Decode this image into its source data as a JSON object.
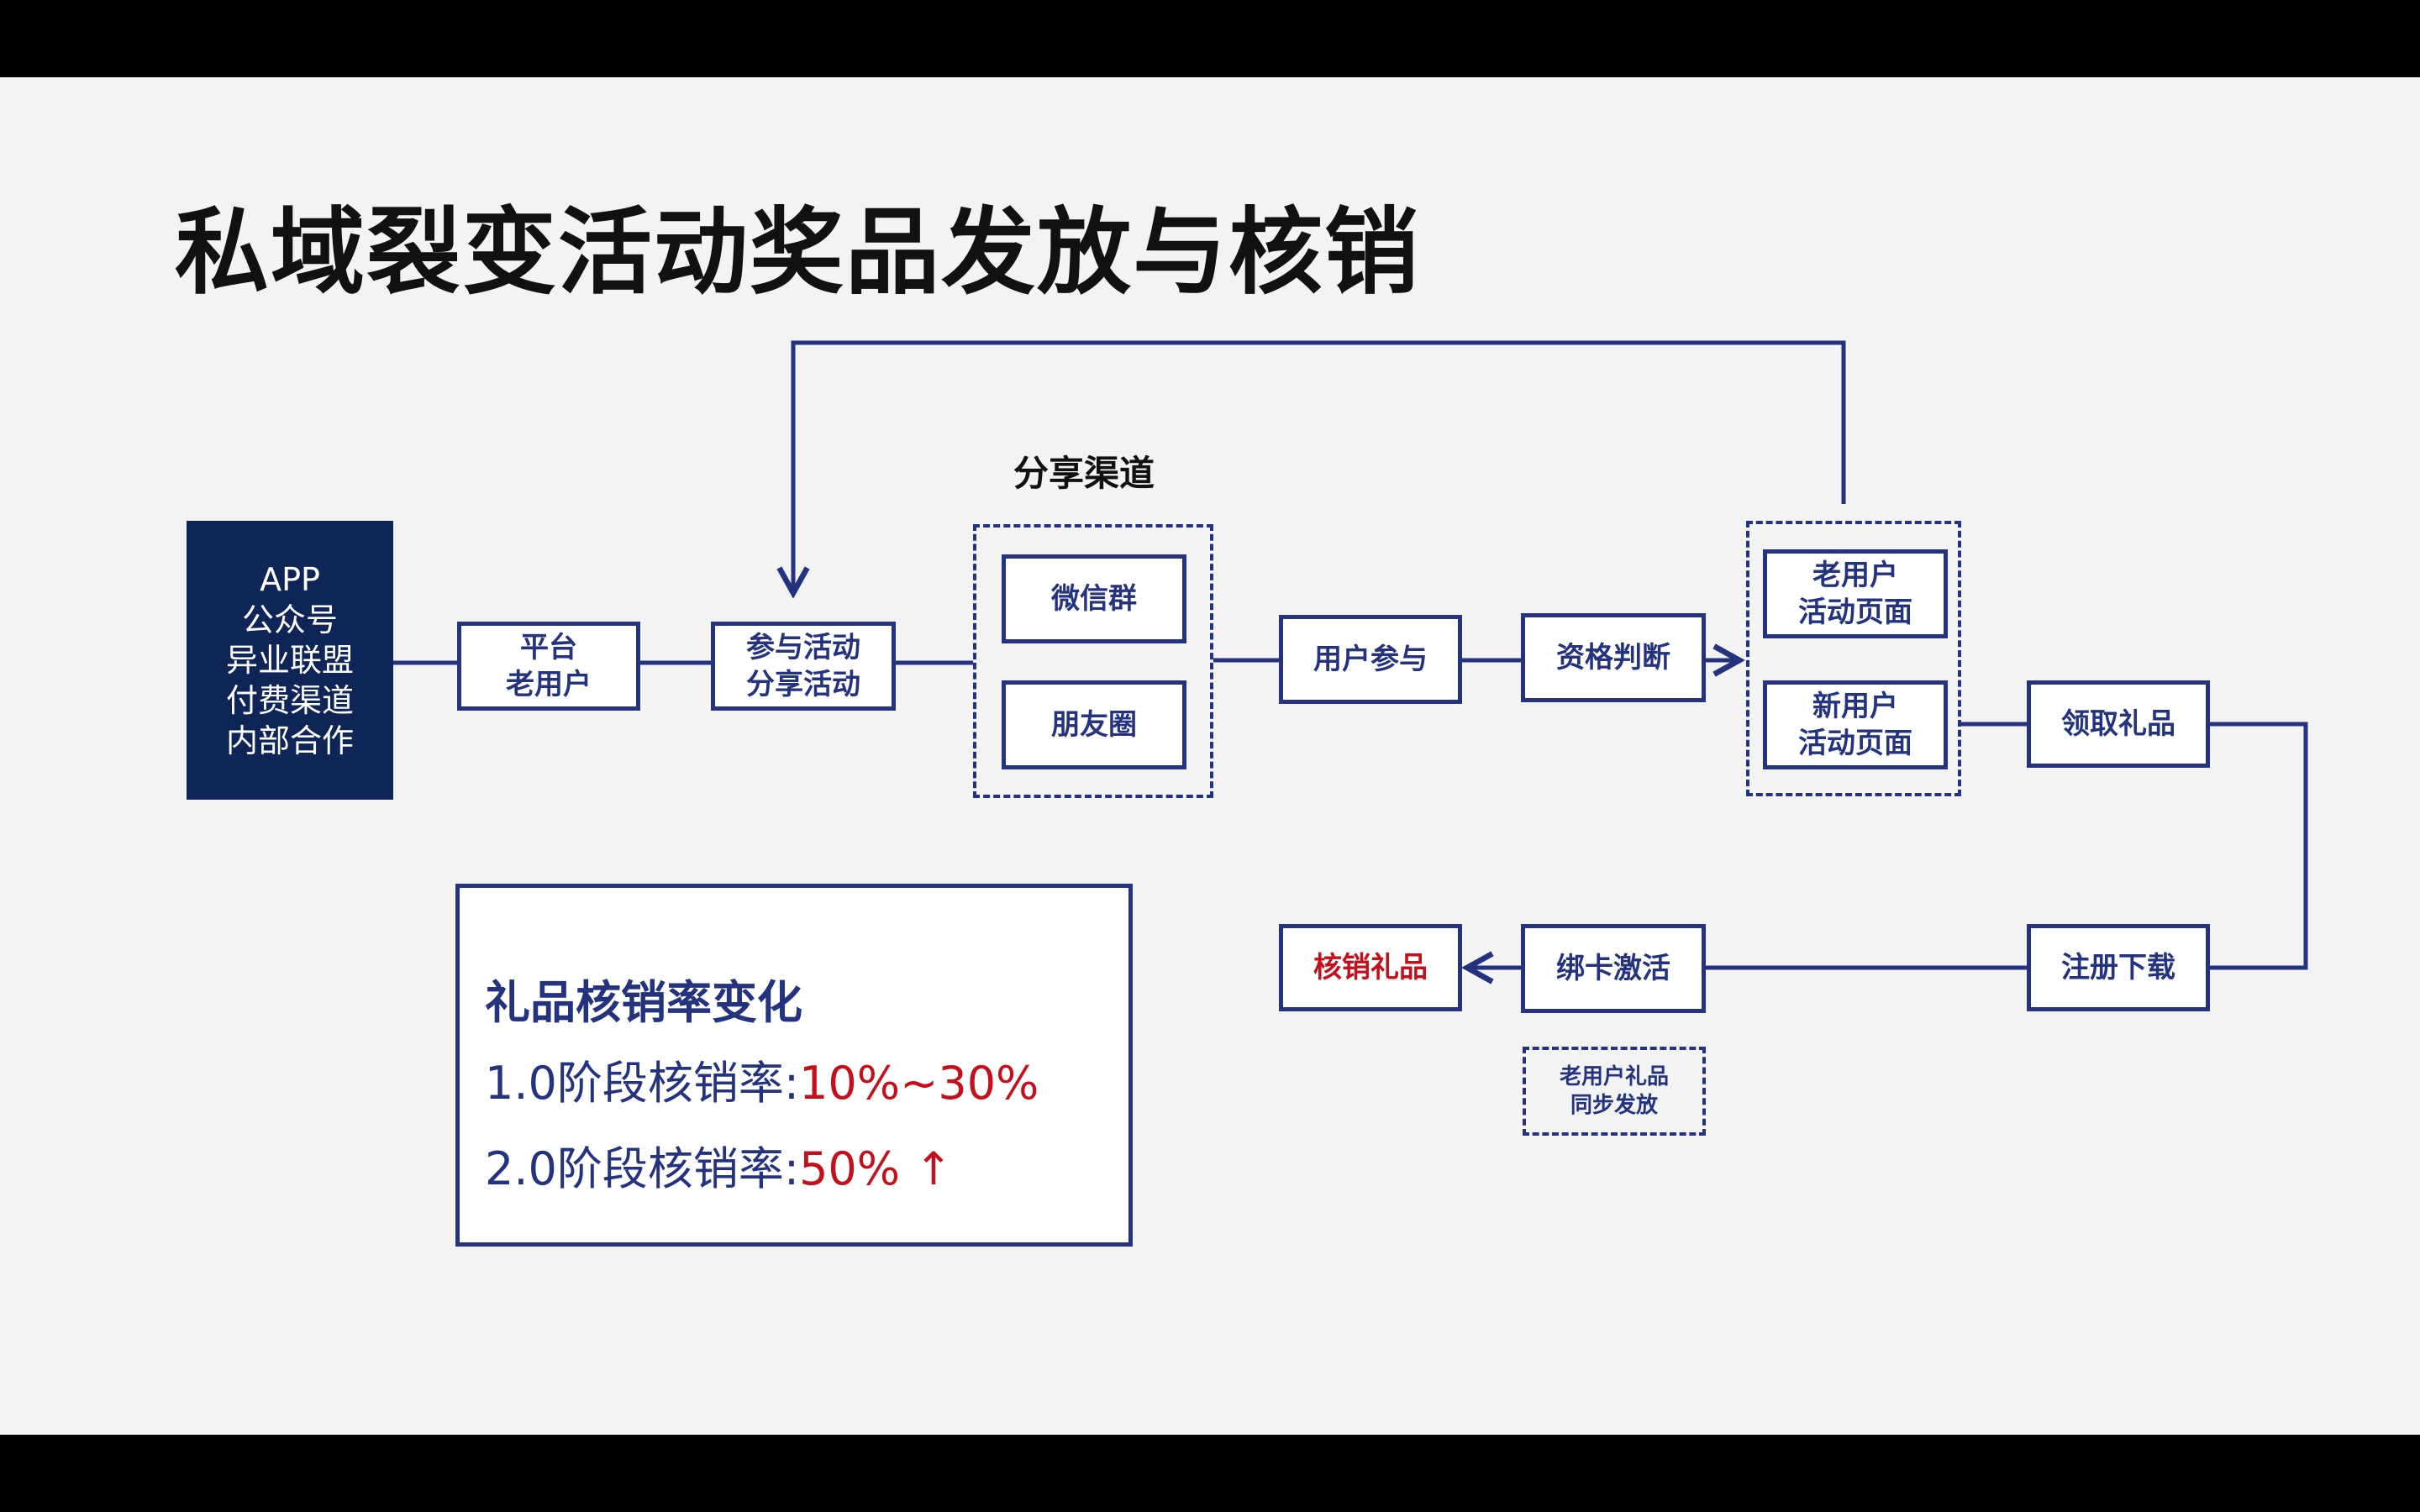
{
  "title": "私域裂变活动奖品发放与核销",
  "sources": [
    "APP",
    "公众号",
    "异业联盟",
    "付费渠道",
    "内部合作"
  ],
  "nodes": {
    "platform_old_user": "平台\n老用户",
    "join_share": "参与活动\n分享活动",
    "channel_label": "分享渠道",
    "wechat_group": "微信群",
    "moments": "朋友圈",
    "user_join": "用户参与",
    "qualify": "资格判断",
    "old_user_page": "老用户\n活动页面",
    "new_user_page": "新用户\n活动页面",
    "receive_gift": "领取礼品",
    "register_download": "注册下载",
    "bind_card": "绑卡激活",
    "redeem_gift": "核销礼品",
    "old_user_sync": [
      "老用户礼品",
      "同步发放"
    ]
  },
  "panel": {
    "title": "礼品核销率变化",
    "line1_label": "1.0阶段核销率:",
    "line1_value": "10%~30%",
    "line2_label": "2.0阶段核销率:",
    "line2_value": "50% ↑"
  },
  "colors": {
    "primary": "#25327e",
    "source_bg": "#0f2457",
    "accent_red": "#c40f1c",
    "slide_bg": "#f3f3f3"
  }
}
